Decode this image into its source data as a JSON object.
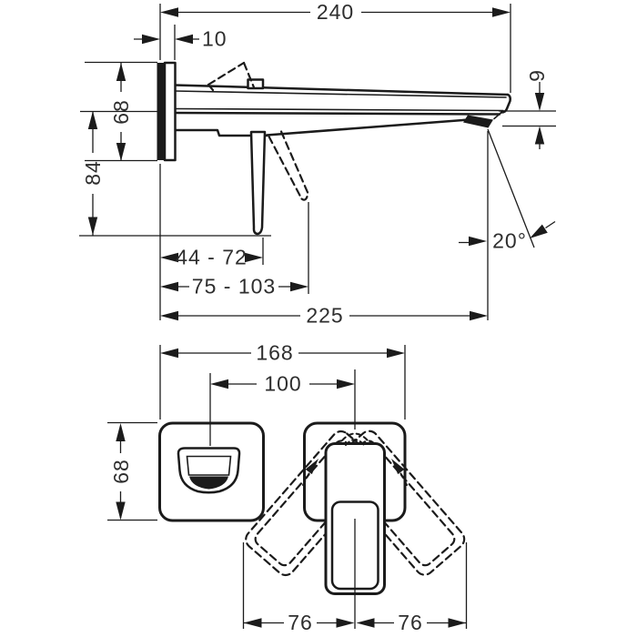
{
  "drawing": {
    "background": "#ffffff",
    "line_color": "#1b1b1b",
    "text_color": "#2e2e2e",
    "side_view": {
      "name": "wall-mounted single-lever basin mixer - side view",
      "dims": {
        "total_projection": "240",
        "plate_offset": "10",
        "plate_height": "68",
        "overall_height": "84",
        "handle_clearance": "44 - 72",
        "handle_reach": "75 - 103",
        "spout_projection": "225",
        "spout_angle": "20°",
        "tip_drop": "9"
      }
    },
    "front_view": {
      "name": "wall-mounted single-lever basin mixer - front view",
      "dims": {
        "total_width": "168",
        "center_distance": "100",
        "plate_height": "68",
        "swing_left": "76",
        "swing_right": "76"
      }
    }
  }
}
